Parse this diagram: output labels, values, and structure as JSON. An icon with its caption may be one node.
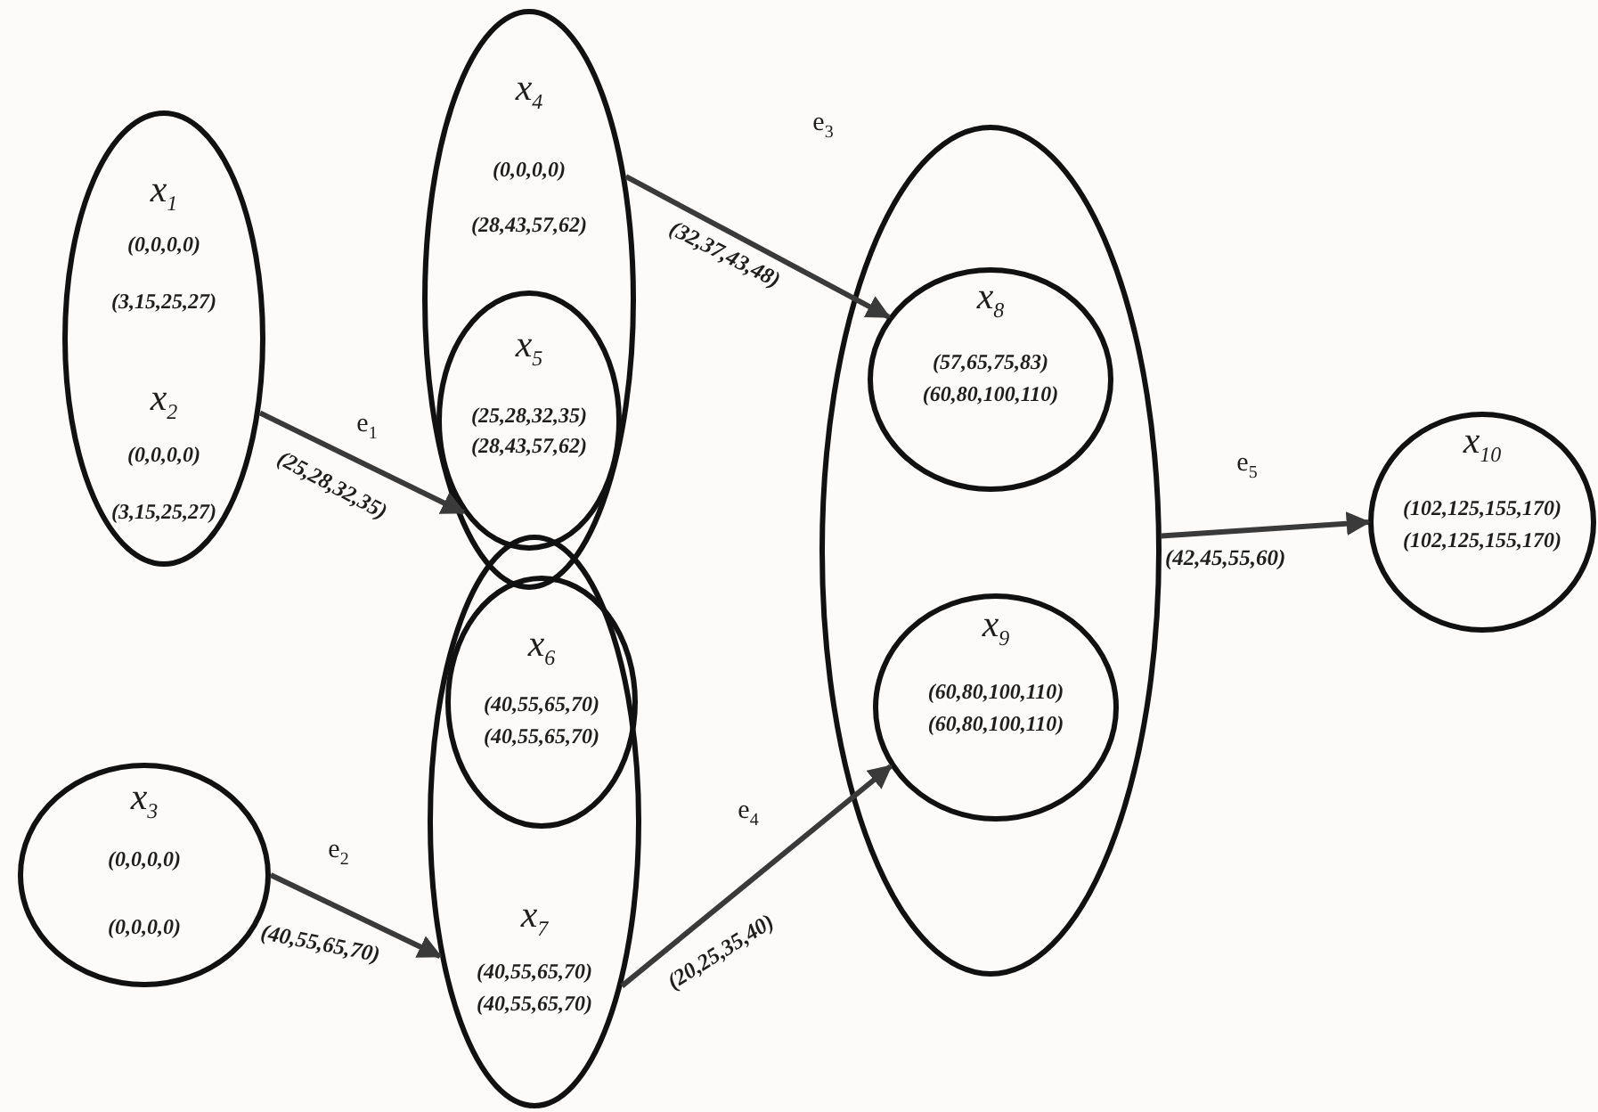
{
  "diagram": {
    "nodes": [
      {
        "text": [
          "x$_{1}$",
          "(0,0,0,0)",
          "(3,15,25,27)",
          "x$_{2}$",
          "(0,0,0,0)",
          "(3,15,25,27)"
        ]
      },
      {
        "text": [
          "x$_{3}$",
          "(0,0,0,0)",
          "(0,0,0,0)"
        ]
      },
      {
        "text": [
          "x$_{4}$",
          "(0,0,0,0)",
          "(28,43,57,62)"
        ]
      },
      {
        "text": [
          "x$_{5}$",
          "(25,28,32,35)",
          "(28,43,57,62)"
        ],
        "in": 2
      },
      {
        "text": [
          "x$_{6}$",
          "(40,55,65,70)",
          "(40,55,65,70)"
        ],
        "in": 5
      },
      {
        "text": [
          "x$_{7}$",
          "(40,55,65,70)",
          "(40,55,65,70)"
        ]
      },
      {
        "text": [],
        "shape": "ellipse"
      },
      {
        "text": [
          "x$_{8}$",
          "(57,65,75,83)",
          "(60,80,100,110)"
        ],
        "in": 6
      },
      {
        "text": [
          "x$_{9}$",
          "(60,80,100,110)",
          "(60,80,100,110)"
        ],
        "in": 6
      },
      {
        "text": [
          "x$_{10}$",
          "(102,125,155,170)",
          "(102,125,155,170)"
        ]
      }
    ],
    "edges": [
      {
        "from": 0,
        "to": 3,
        "arrow": "to",
        "label": "e$_{1}$"
      },
      {
        "from": 1,
        "to": 5,
        "arrow": "to",
        "label": "e$_{2}$"
      },
      {
        "from": 2,
        "to": 7,
        "arrow": "to",
        "label": "e$_{3}$"
      },
      {
        "from": 5,
        "to": 8,
        "arrow": "to",
        "label": "e$_{4}$"
      },
      {
        "from": 6,
        "to": 9,
        "arrow": "to",
        "label": "e$_{5}$"
      }
    ],
    "labels": [
      "(32,37,43,48)",
      "(25,28,32,35)",
      "(42,45,55,60)",
      "(20,25,35,40)",
      "(40,55,65,70)"
    ]
  }
}
